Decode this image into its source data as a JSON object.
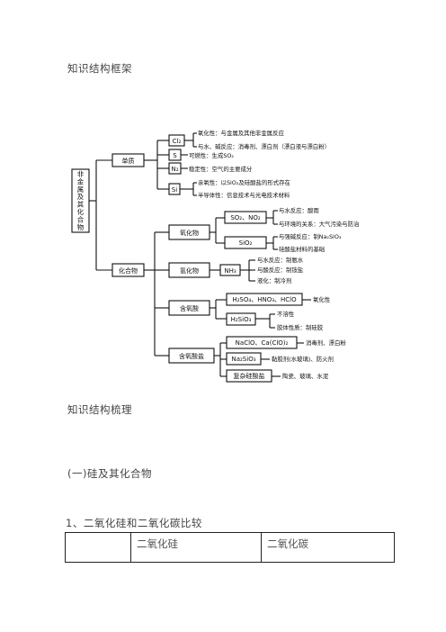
{
  "headings": {
    "framework": "知识结构框架",
    "organize": "知识结构梳理",
    "section1": "(一)硅及其化合物",
    "item1": "1、二氧化硅和二氧化碳比较"
  },
  "diagram": {
    "root": "非金属及其化合物",
    "single": "单质",
    "compound": "化合物",
    "cl2": "Cl₂",
    "cl2_oxid": "氧化性：与金属及其他非金属反应",
    "cl2_react": "与水、碱反应：消毒剂、漂白剂（漂白液与漂白粉）",
    "s": "S",
    "s_prop": "可燃性：生成SO₂",
    "n2": "N₂",
    "n2_prop": "稳定性：空气的主要成分",
    "si": "Si",
    "si_prop1": "亲氧性：以SiO₂及硅酸盐的形式存在",
    "si_prop2": "半导体性：信息技术与光电技术材料",
    "oxide": "氧化物",
    "so2no2": "SO₂、NO₂",
    "so2_water": "与水反应：酸雨",
    "so2_env": "与环境的关系：大气污染与防治",
    "sio2": "SiO₂",
    "sio2_base": "与强碱反应：制Na₂SiO₃",
    "sio2_mat": "硅酸盐材料的基础",
    "hydride": "氢化物",
    "nh3": "NH₃",
    "nh3_water": "与水反应：制氨水",
    "nh3_acid": "与酸反应：制铵盐",
    "nh3_liq": "液化：制冷剂",
    "oxyacid": "含氧酸",
    "acids": "H₂SO₄、HNO₃、HClO",
    "acids_prop": "氧化性",
    "h2sio3": "H₂SiO₃",
    "h2sio3_p1": "不溶性",
    "h2sio3_p2": "胶体性质：制硅胶",
    "oxysalt": "含氧酸盐",
    "naclo": "NaClO、Ca(ClO)₂",
    "naclo_use": "消毒剂、漂白粉",
    "na2sio3": "Na₂SiO₃",
    "na2sio3_use": "黏胶剂(水玻璃)、防火剂",
    "silicate": "复杂硅酸盐",
    "silicate_use": "陶瓷、玻璃、水泥"
  },
  "table": {
    "headers": [
      "",
      "二氧化硅",
      "二氧化碳"
    ]
  }
}
